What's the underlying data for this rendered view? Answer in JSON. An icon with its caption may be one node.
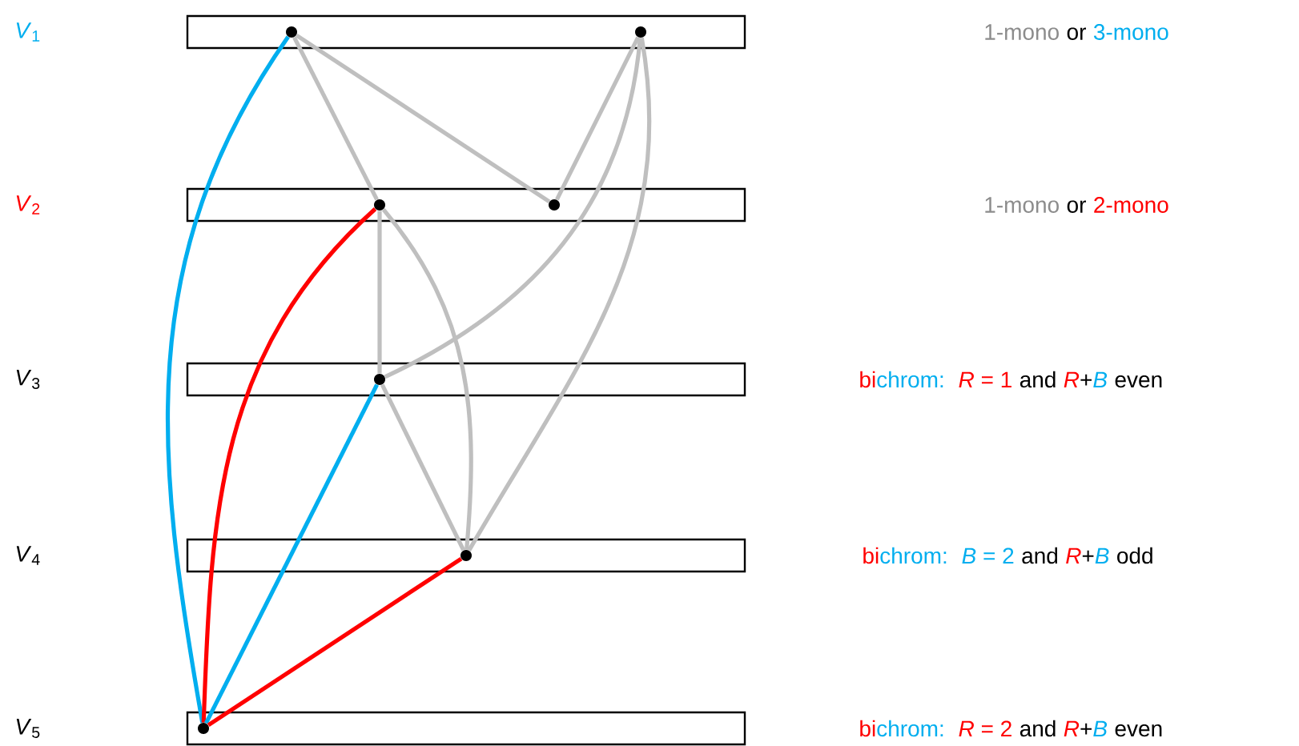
{
  "diagram": {
    "nodes": [
      {
        "text": [],
        "shape": "box"
      },
      {
        "text": [],
        "shape": "box"
      },
      {
        "text": [],
        "shape": "box"
      },
      {
        "text": [],
        "shape": "box"
      },
      {
        "text": [],
        "shape": "box"
      },
      {
        "text": [],
        "shape": "circle",
        "in": 0
      },
      {
        "text": [],
        "shape": "circle",
        "in": 0
      },
      {
        "text": [],
        "shape": "circle",
        "in": 1
      },
      {
        "text": [],
        "shape": "circle",
        "in": 1
      },
      {
        "text": [],
        "shape": "circle",
        "in": 2
      },
      {
        "text": [],
        "shape": "circle",
        "in": 3
      },
      {
        "text": [],
        "shape": "circle",
        "in": 4
      }
    ],
    "edges": [
      {
        "from": 5,
        "to": 7,
        "arrow": "none"
      },
      {
        "from": 5,
        "to": 8,
        "arrow": "none"
      },
      {
        "from": 6,
        "to": 8,
        "arrow": "none"
      },
      {
        "from": 6,
        "to": 9,
        "arrow": "none"
      },
      {
        "from": 6,
        "to": 10,
        "arrow": "none"
      },
      {
        "from": 7,
        "to": 9,
        "arrow": "none"
      },
      {
        "from": 7,
        "to": 10,
        "arrow": "none"
      },
      {
        "from": 9,
        "to": 10,
        "arrow": "none"
      },
      {
        "from": 5,
        "to": 11,
        "arrow": "none",
        "color": "#00aeef"
      },
      {
        "from": 7,
        "to": 11,
        "arrow": "none",
        "color": "#ff0000"
      },
      {
        "from": 9,
        "to": 11,
        "arrow": "none",
        "color": "#00aeef"
      },
      {
        "from": 10,
        "to": 11,
        "arrow": "none",
        "color": "#ff0000"
      }
    ],
    "labels": [
      "*V*$_{1}$",
      "1-mono",
      "or",
      "3-mono",
      "*V*$_{2}$",
      "1-mono",
      "or",
      "2-mono",
      "*V*$_{3}$",
      "bi",
      "chrom:",
      "*R* = 1",
      "and",
      "*R*",
      "+",
      "*B*",
      "even",
      "*V*$_{4}$",
      "bi",
      "chrom:",
      "*B* = 2",
      "and",
      "*R*",
      "+",
      "*B*",
      "odd",
      "*V*$_{5}$",
      "bi",
      "chrom:",
      "*R* = 2",
      "and",
      "*R*",
      "+",
      "*B*",
      "even"
    ]
  }
}
